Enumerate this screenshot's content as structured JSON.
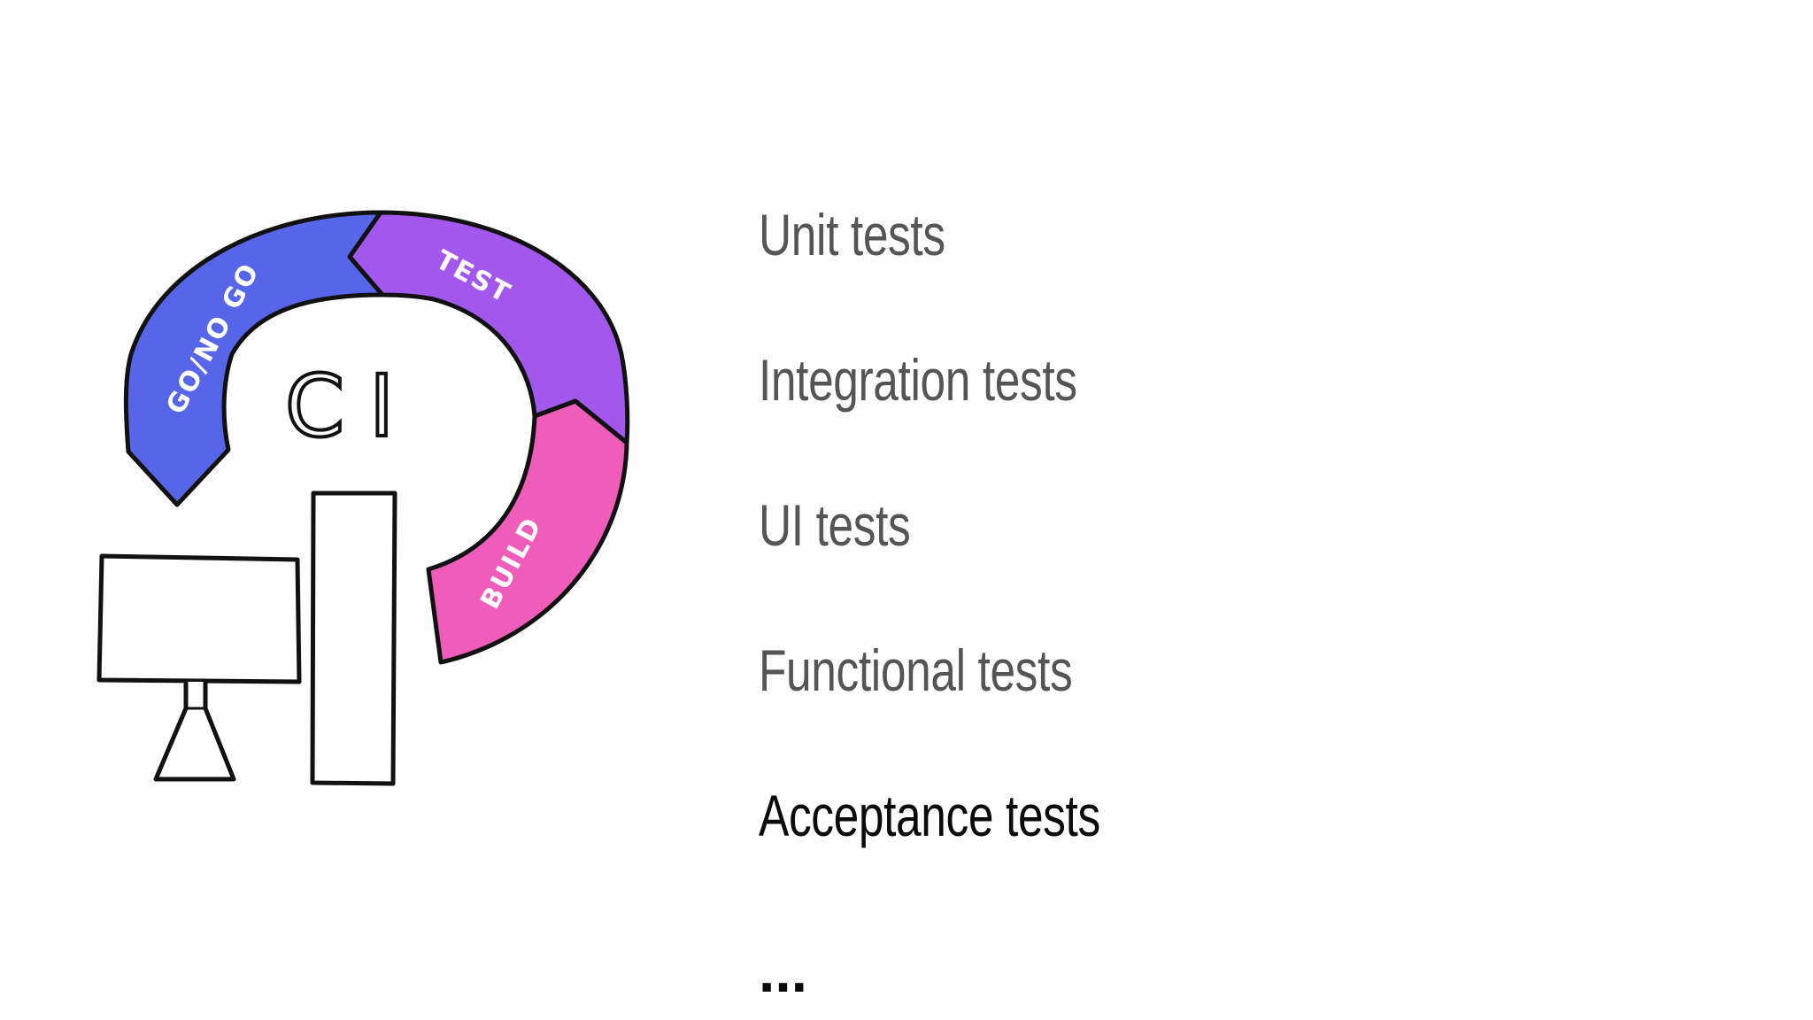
{
  "illustration": {
    "center_label": "CI",
    "segments": [
      {
        "label": "GO/NO GO",
        "color": "#4a5ae8"
      },
      {
        "label": "TEST",
        "color": "#9b4cec"
      },
      {
        "label": "BUILD",
        "color": "#ee4fb4"
      }
    ]
  },
  "test_types": [
    {
      "label": "Unit tests",
      "active": false
    },
    {
      "label": "Integration tests",
      "active": false
    },
    {
      "label": "UI tests",
      "active": false
    },
    {
      "label": "Functional tests",
      "active": false
    },
    {
      "label": "Acceptance tests",
      "active": true
    }
  ],
  "more_indicator": "..."
}
